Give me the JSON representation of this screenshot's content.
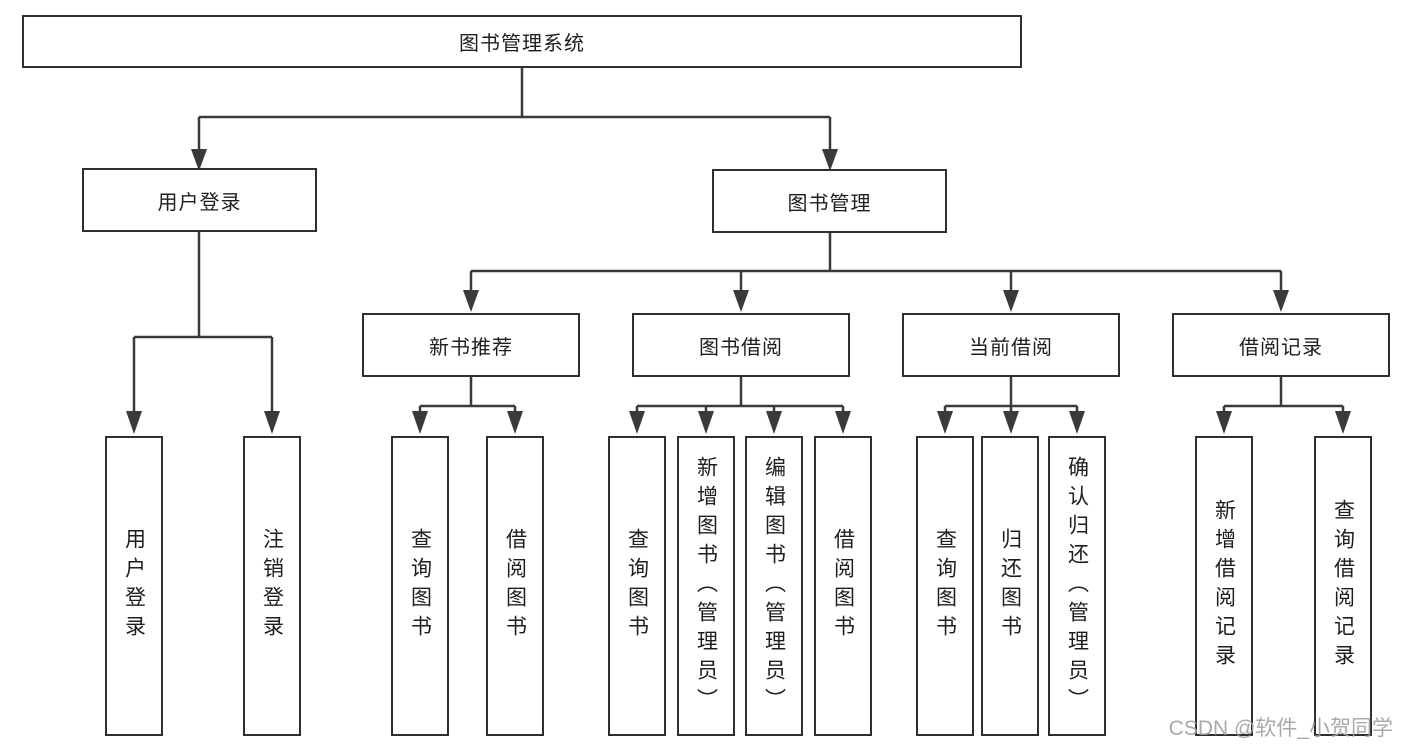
{
  "diagram": {
    "title_node": {
      "label": "图书管理系统"
    },
    "level2": [
      {
        "label": "用户登录"
      },
      {
        "label": "图书管理"
      }
    ],
    "level3": [
      {
        "label": "新书推荐"
      },
      {
        "label": "图书借阅"
      },
      {
        "label": "当前借阅"
      },
      {
        "label": "借阅记录"
      }
    ],
    "leaves": [
      {
        "label": "用户登录"
      },
      {
        "label": "注销登录"
      },
      {
        "label": "查询图书"
      },
      {
        "label": "借阅图书"
      },
      {
        "label": "查询图书"
      },
      {
        "label": "新增图书（管理员）"
      },
      {
        "label": "编辑图书（管理员）"
      },
      {
        "label": "借阅图书"
      },
      {
        "label": "查询图书"
      },
      {
        "label": "归还图书"
      },
      {
        "label": "确认归还（管理员）"
      },
      {
        "label": "新增借阅记录"
      },
      {
        "label": "查询借阅记录"
      }
    ],
    "watermark": "CSDN @软件_小贺同学"
  },
  "colors": {
    "line": "#3a3a3a",
    "box_border": "#2f2f2f",
    "text": "#1e1e1e",
    "watermark": "#a0a0a0",
    "background": "#ffffff"
  }
}
